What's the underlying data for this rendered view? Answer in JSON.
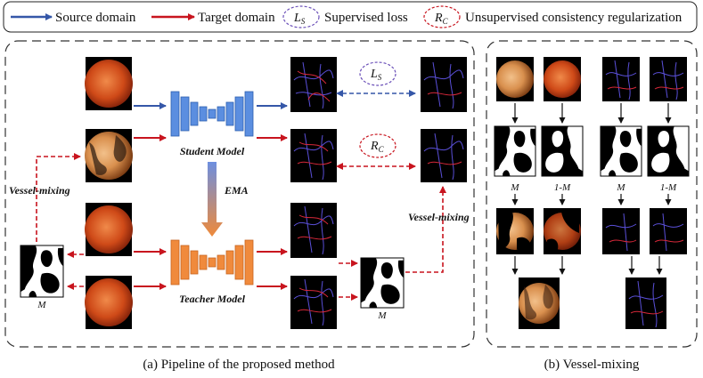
{
  "legend": {
    "source_domain": "Source domain",
    "target_domain": "Target domain",
    "supervised_symbol": "L",
    "supervised_sub": "S",
    "supervised_loss": "Supervised loss",
    "unsup_symbol": "R",
    "unsup_sub": "C",
    "unsup_loss": "Unsupervised consistency regularization"
  },
  "panel_a": {
    "student_model": "Student Model",
    "teacher_model": "Teacher Model",
    "ema": "EMA",
    "vessel_mixing_left": "Vessel-mixing",
    "vessel_mixing_right": "Vessel-mixing",
    "mask_left": "M",
    "mask_right": "M",
    "caption": "(a)  Pipeline of the proposed method"
  },
  "panel_b": {
    "mask_labels": [
      "M",
      "1-M",
      "M",
      "1-M"
    ],
    "caption": "(b)  Vessel-mixing"
  },
  "colors": {
    "source_arrow": "#3557a8",
    "target_arrow": "#c8141e",
    "student_net": "#5b8ee0",
    "teacher_net": "#f08a3c",
    "supervised_ellipse": "#6a4fb8",
    "unsup_ellipse": "#c8141e",
    "fundus": "#c9501c"
  }
}
